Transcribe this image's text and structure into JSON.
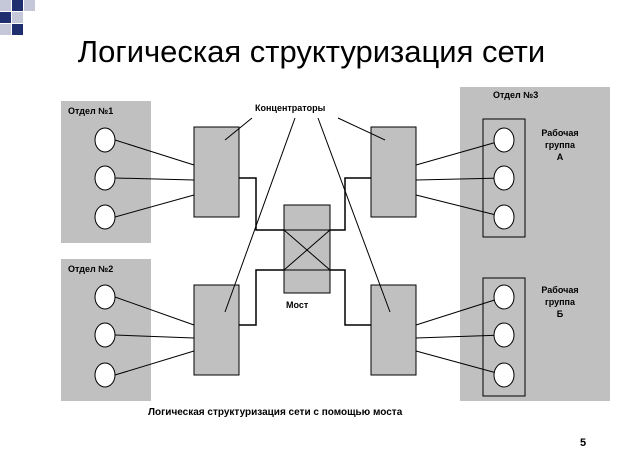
{
  "slide": {
    "title": "Логическая структуризация сети",
    "caption": "Логическая структуризация сети с помощью моста",
    "page_number": "5"
  },
  "labels": {
    "dept1": "Отдел №1",
    "dept2": "Отдел №2",
    "dept3": "Отдел №3",
    "hubs": "Концентраторы",
    "bridge": "Мост",
    "group_a": [
      "Рабочая",
      "группа",
      "А"
    ],
    "group_b": [
      "Рабочая",
      "группа",
      "Б"
    ]
  },
  "colors": {
    "dept_fill": "#c0c0c0",
    "hub_fill": "#c0c0c0",
    "corner_blue": "#1f2e6e",
    "corner_gray": "#c4c8d8"
  }
}
